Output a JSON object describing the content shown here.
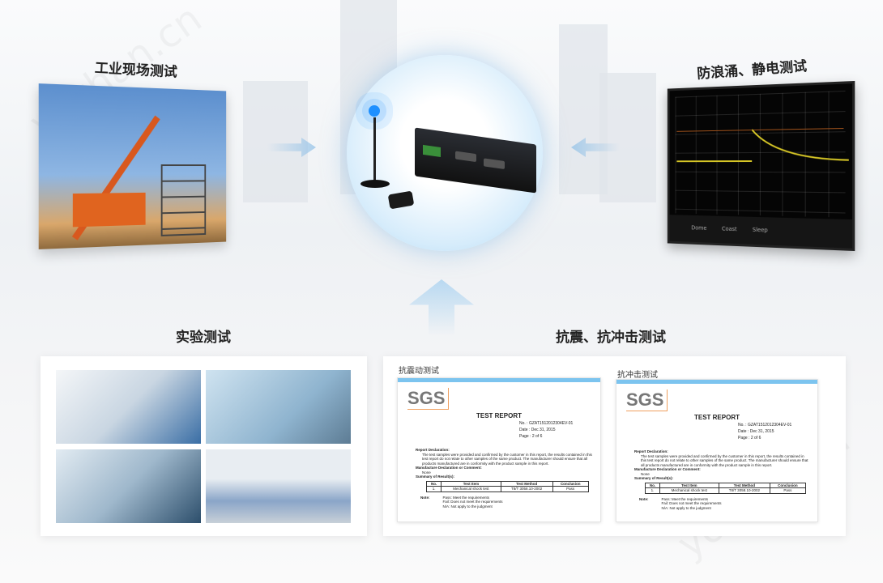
{
  "sections": {
    "field_test": "工业现场测试",
    "surge_test": "防浪涌、静电测试",
    "lab_test": "实验测试",
    "shock_test": "抗震、抗冲击测试"
  },
  "watermark": "yozhan.cn",
  "reports": [
    {
      "title": "抗震动测试",
      "logo": "SGS",
      "heading": "TEST REPORT",
      "no": "No.  :  GZAT1512012304EV-01",
      "date": "Date :  Dec 31, 2015",
      "page": "Page :  2 of  6",
      "decl_label": "Report Declaration:",
      "decl_text": "The test samples were provided and confirmed by the customer in this report, the results contained in this test report do not relate to other samples of the same product. The manufacturer should ensure that all products manufactured are in conformity with the product sample in this report.",
      "mfr_label": "Manufacture Declaration or Comment:",
      "mfr_value": "None",
      "summary_label": "Summary of Result(s):",
      "headers": [
        "No.",
        "Test Item",
        "Test Method",
        "Conclusion"
      ],
      "row": [
        "1.",
        "Mechanical shock test",
        "T8/T 3058.10-2002",
        "Pass"
      ],
      "note_label": "Note:",
      "notes": [
        "Pass: Meet the requirements",
        "Fail: Does not meet the requirements",
        "N/A: Not apply to the judgment"
      ]
    },
    {
      "title": "抗冲击测试",
      "logo": "SGS",
      "heading": "TEST REPORT",
      "no": "No.  :  GZAT1512012304EV-01",
      "date": "Date :  Dec 31, 2015",
      "page": "Page :  2 of  6",
      "decl_label": "Report Declaration:",
      "decl_text": "The test samples were provided and confirmed by the customer in this report, the results contained in this test report do not relate to other samples of the same product. The manufacturer should ensure that all products manufactured are in conformity with the product sample in this report.",
      "mfr_label": "Manufacture Declaration or Comment:",
      "mfr_value": "None",
      "summary_label": "Summary of Result(s):",
      "headers": [
        "No.",
        "Test Item",
        "Test Method",
        "Conclusion"
      ],
      "row": [
        "1.",
        "Mechanical shock test",
        "T8/T 3058.10-2002",
        "Pass"
      ],
      "note_label": "Note:",
      "notes": [
        "Pass: Meet the requirements",
        "Fail: Does not meet the requirements",
        "N/A: Not apply to the judgment"
      ]
    }
  ],
  "scope_buttons": [
    "Dome",
    "Coast",
    "Sleep"
  ]
}
